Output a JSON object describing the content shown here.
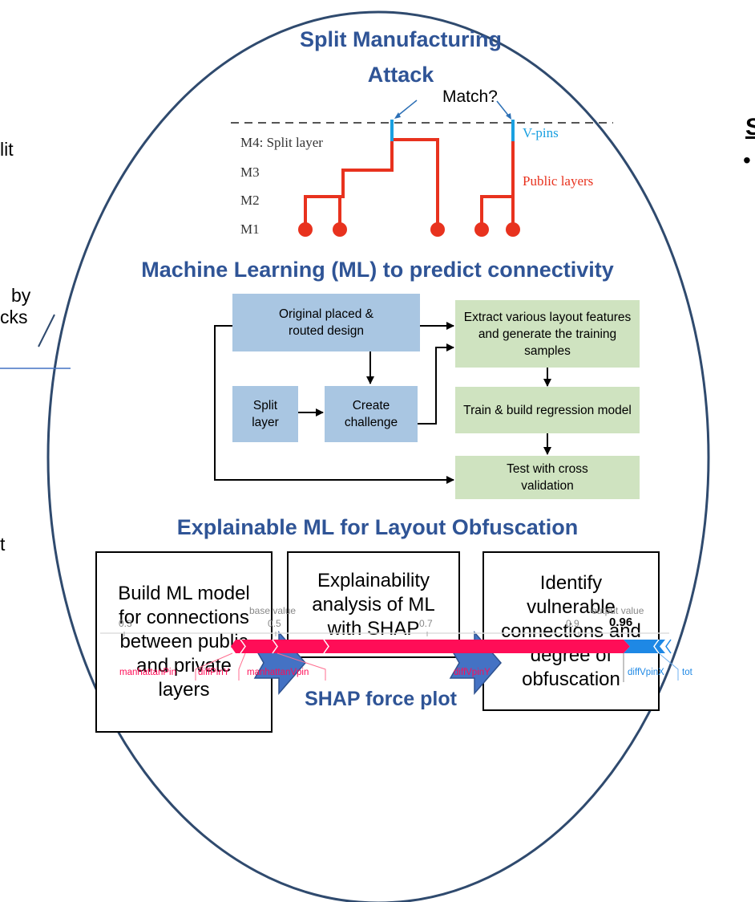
{
  "left_fragments": [
    "lit",
    "by",
    "cks",
    "t"
  ],
  "right_fragments": {
    "heading": "S",
    "bullet": "•"
  },
  "section1": {
    "title_line1": "Split Manufacturing",
    "title_line2": "Attack",
    "match_label": "Match?",
    "vpins_label": "V-pins",
    "public_layers_label": "Public layers",
    "layers": [
      "M4: Split layer",
      "M3",
      "M2",
      "M1"
    ]
  },
  "section2": {
    "title": "Machine Learning (ML) to predict connectivity",
    "boxes": {
      "original": "Original placed & routed design",
      "split": "Split layer",
      "challenge": "Create challenge",
      "extract": "Extract various layout features and generate the training samples",
      "train": "Train & build regression model",
      "test": "Test with cross validation"
    }
  },
  "section3": {
    "title": "Explainable ML for Layout Obfuscation",
    "box1": "Build ML model for connections between public and private layers",
    "box2": "Explainability analysis of ML with SHAP",
    "box3": "Identify vulnerable connections and degree of obfuscation"
  },
  "shap": {
    "base_value_label": "base value",
    "output_value_label": "output value",
    "output_value": "0.96",
    "ticks": [
      "0.3",
      "0.5",
      "0.7",
      "0.9"
    ],
    "positive_features": [
      "manhattanPin",
      "diffPinY",
      "manhattanVpin",
      "diffVpinY"
    ],
    "negative_features": [
      "diffVpinX",
      "tot"
    ],
    "caption": "SHAP force plot",
    "colors": {
      "positive": "#ff0d57",
      "negative": "#1e88e5"
    }
  },
  "colors": {
    "title": "#2f5496",
    "wire": "#e8321e",
    "vpin": "#1aa0e0",
    "flow_blue": "#a9c6e2",
    "flow_green": "#cfe3c0",
    "arrow_fill": "#4472c4"
  }
}
